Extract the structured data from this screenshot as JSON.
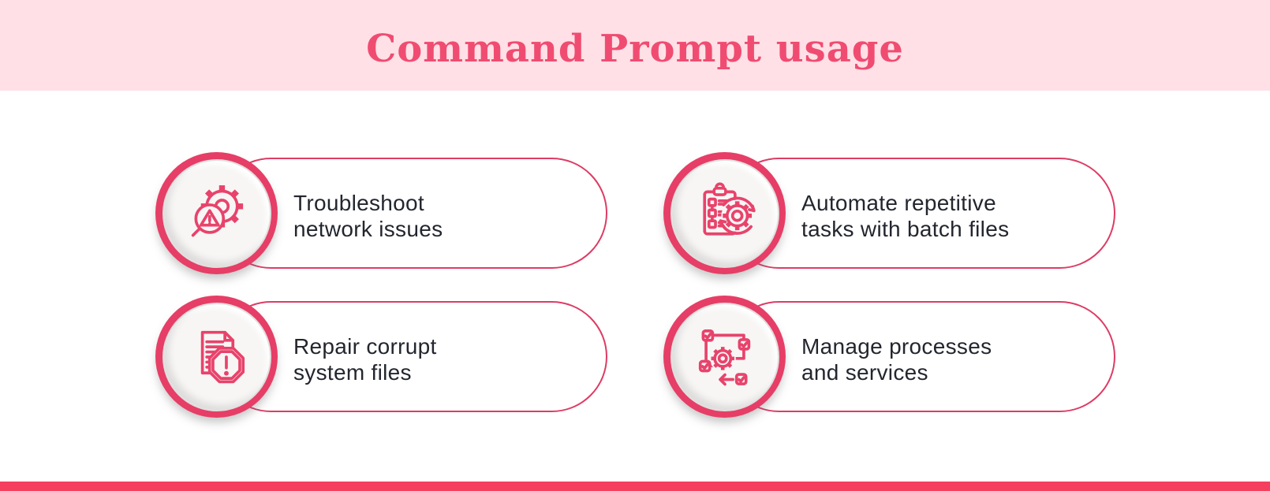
{
  "page": {
    "title": "Command Prompt usage"
  },
  "colors": {
    "banner_bg": "#FFE0E6",
    "title_text": "#F04C71",
    "accent": "#E8436B",
    "circle_ring": "#E63E66",
    "pill_border": "#DD3C64",
    "bottom_bar": "#F43F5E",
    "body_text": "#23262E",
    "circle_fill": "#F7F6F5"
  },
  "items": [
    {
      "icon": "gear-magnifier-warning-icon",
      "line1": "Troubleshoot",
      "line2": "network issues"
    },
    {
      "icon": "clipboard-checklist-gear-icon",
      "line1": "Automate repetitive",
      "line2": "tasks with batch files"
    },
    {
      "icon": "document-error-octagon-icon",
      "line1": "Repair corrupt",
      "line2": "system files"
    },
    {
      "icon": "workflow-checkboxes-gear-icon",
      "line1": "Manage processes",
      "line2": "and services"
    }
  ]
}
